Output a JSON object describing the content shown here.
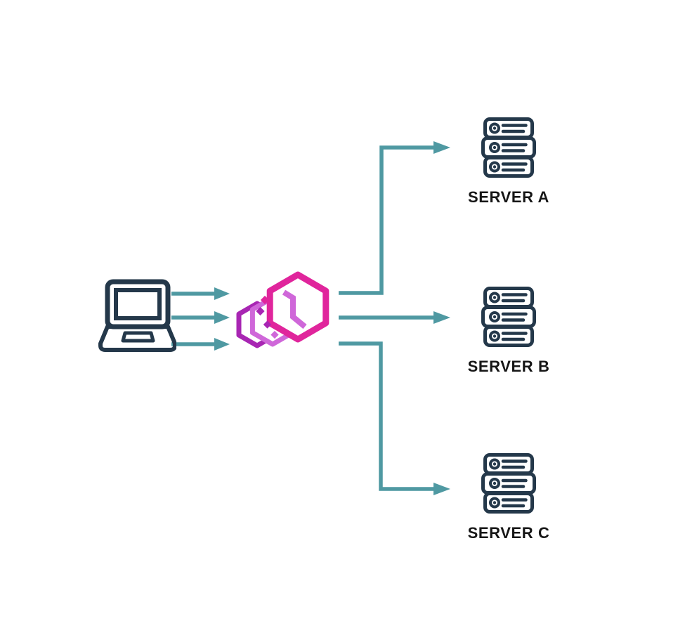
{
  "colors": {
    "navy": "#24384a",
    "teal": "#4f99a2",
    "pink": "#e0259c",
    "orchid": "#cf67d9",
    "purple": "#a826b3",
    "label": "#161616",
    "background": "#ffffff"
  },
  "client": {
    "icon": "laptop-icon"
  },
  "load_balancer": {
    "icon": "hexagon-cube-logo"
  },
  "servers": [
    {
      "label": "SERVER A",
      "icon": "server-rack-icon"
    },
    {
      "label": "SERVER B",
      "icon": "server-rack-icon"
    },
    {
      "label": "SERVER C",
      "icon": "server-rack-icon"
    }
  ],
  "edges": [
    {
      "from": "client",
      "to": "load-balancer",
      "arrows": 3
    },
    {
      "from": "load-balancer",
      "to": "server-a",
      "arrows": 1
    },
    {
      "from": "load-balancer",
      "to": "server-b",
      "arrows": 1
    },
    {
      "from": "load-balancer",
      "to": "server-c",
      "arrows": 1
    }
  ]
}
